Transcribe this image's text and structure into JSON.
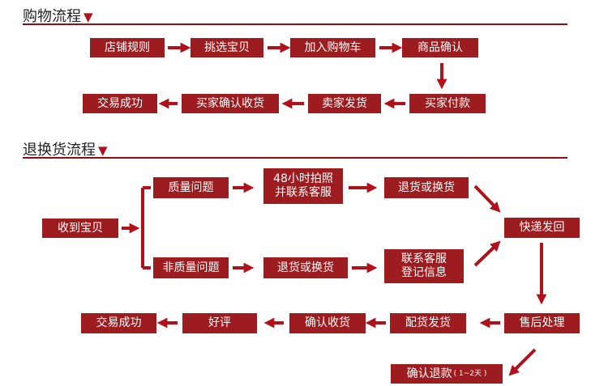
{
  "shopping": {
    "title": "购物流程",
    "steps": [
      "店铺规则",
      "挑选宝贝",
      "加入购物车",
      "商品确认",
      "买家付款",
      "卖家发货",
      "买家确认收货",
      "交易成功"
    ]
  },
  "returns": {
    "title": "退换货流程",
    "receive": "收到宝贝",
    "quality": "质量问题",
    "within48_line1": "48小时拍照",
    "within48_line2": "并联系客服",
    "return_exchange_upper": "退货或换货",
    "non_quality": "非质量问题",
    "return_exchange_lower": "退货或换货",
    "contact_line1": "联系客服",
    "contact_line2": "登记信息",
    "express_back": "快递发回",
    "after_sales": "售后处理",
    "ship_replacement": "配货发货",
    "confirm_receipt": "确认收货",
    "good_review": "好评",
    "trade_success": "交易成功",
    "refund": "确认退款",
    "refund_note": "( 1~2天 )"
  },
  "colors": {
    "box": "#9c1c1f",
    "arrow": "#b0121b",
    "rule": "#8f0f15",
    "text_on_box": "#ffffff"
  }
}
